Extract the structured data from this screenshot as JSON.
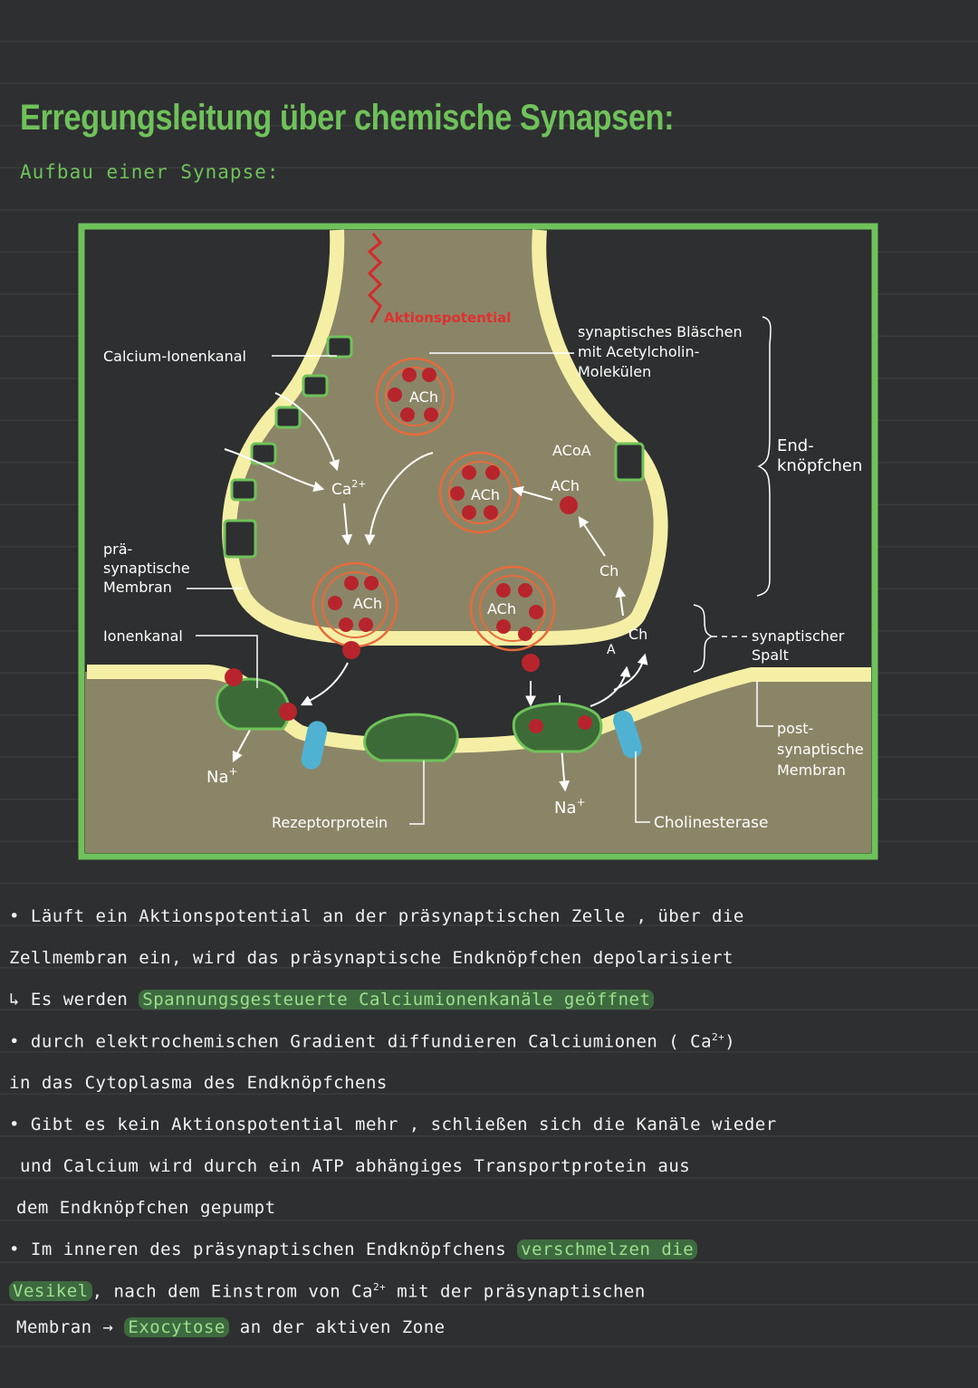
{
  "title": "Erregungsleitung über chemische Synapsen:",
  "subtitle": "Aufbau einer Synapse:",
  "diagram": {
    "labels": {
      "aktionspotential": "Aktionspotential",
      "calcium_ionenkanal": "Calcium-Ionenkanal",
      "blaeschen_1": "synaptisches Bläschen",
      "blaeschen_2": "mit Acetylcholin-",
      "blaeschen_3": "Molekülen",
      "endknoepfchen_1": "End-",
      "endknoepfchen_2": "knöpfchen",
      "praesyn_1": "prä-",
      "praesyn_2": "synaptische",
      "praesyn_3": "Membran",
      "ionenkanal": "Ionenkanal",
      "spalt_1": "synaptischer",
      "spalt_2": "Spalt",
      "postsyn_1": "post-",
      "postsyn_2": "synaptische",
      "postsyn_3": "Membran",
      "rezeptorprotein": "Rezeptorprotein",
      "cholinesterase": "Cholinesterase",
      "ach": "ACh",
      "acoa": "ACoA",
      "ch": "Ch",
      "a": "A",
      "ca_base": "Ca",
      "ca_charge": "2+",
      "na_base": "Na",
      "na_charge": "+"
    }
  },
  "notes": {
    "l1": "• Läuft ein Aktionspotential an der präsynaptischen Zelle , über die",
    "l2": "Zellmembran ein, wird das präsynaptische Endknöpfchen depolarisiert",
    "l3_prefix": "↳ Es werden",
    "l3_hl": "Spannungsgesteuerte Calciumionenkanäle geöffnet",
    "l4_a": "• durch elektrochemischen Gradient diffundieren Calciumionen ( Ca",
    "l4_sup": "2+",
    "l4_b": ")",
    "l5": "in das Cytoplasma des Endknöpfchens",
    "l6": "• Gibt es kein Aktionspotential mehr , schließen sich die Kanäle wieder",
    "l7": "und Calcium wird durch ein ATP abhängiges Transportprotein aus",
    "l8": "dem Endknöpfchen gepumpt",
    "l9_a": "• Im inneren des präsynaptischen Endknöpfchens",
    "l9_hl": "verschmelzen die",
    "l10_hl": "Vesikel",
    "l10_b": ", nach dem Einstrom von Ca",
    "l10_sup": "2+",
    "l10_c": " mit der präsynaptischen",
    "l11_a": "Membran → ",
    "l11_hl": "Exocytose",
    "l11_b": " an der aktiven Zone"
  }
}
